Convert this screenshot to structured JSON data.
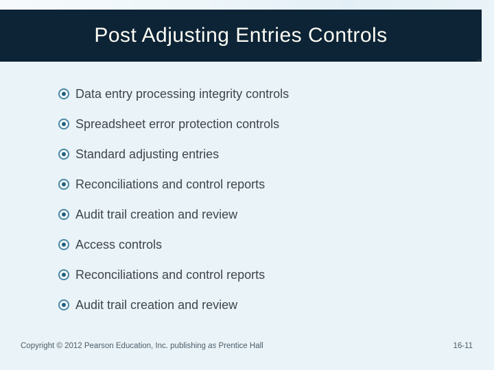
{
  "colors": {
    "background": "#e9f3f8",
    "band": "#0d2336",
    "title_text": "#fdfdf3",
    "body_text": "#404549",
    "bullet_ring": "#4a86a4",
    "bullet_dot": "#20607e",
    "footer_text": "#4e5c66"
  },
  "header": {
    "title": "Post Adjusting Entries Controls"
  },
  "bullets": [
    "Data entry processing integrity controls",
    "Spreadsheet error protection controls",
    "Standard adjusting entries",
    "Reconciliations and control reports",
    "Audit trail creation and review",
    "Access controls",
    "Reconciliations and control reports",
    "Audit trail creation and review"
  ],
  "footer": {
    "copyright_part1": "Copyright © 2012 Pearson Education, Inc. publishing ",
    "copyright_as": "as",
    "copyright_part2": " Prentice Hall",
    "page_number": "16-11"
  }
}
